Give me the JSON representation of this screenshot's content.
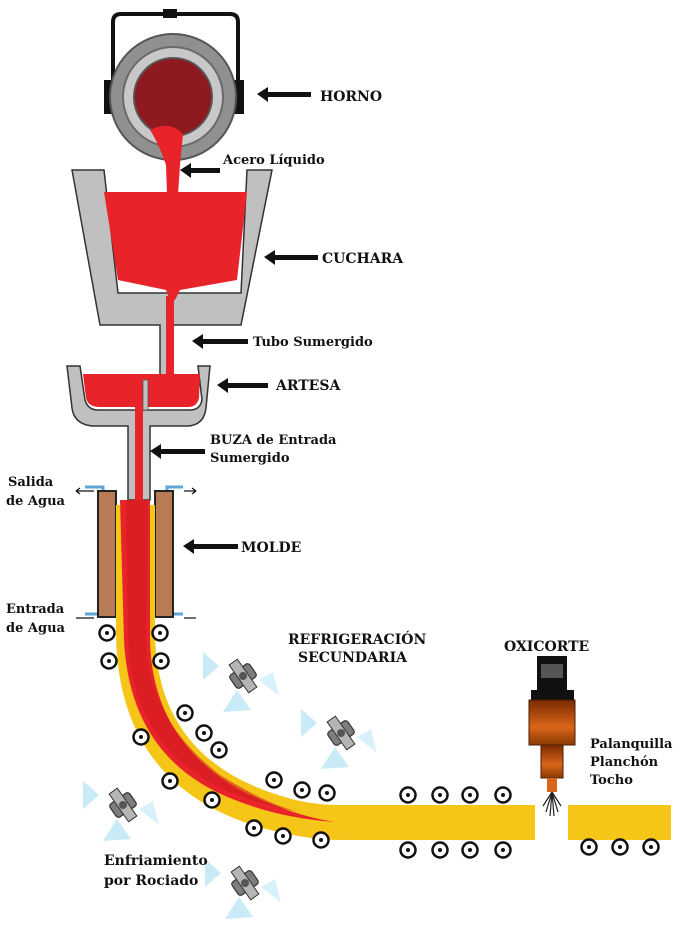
{
  "labels": {
    "horno": "HORNO",
    "acero_liquido": "Acero Líquido",
    "cuchara": "CUCHARA",
    "tubo_sumergido": "Tubo Sumergido",
    "artesa": "ARTESA",
    "buza_line1": "BUZA de Entrada",
    "buza_line2": "Sumergido",
    "salida_line1": "Salida",
    "salida_line2": "de Agua",
    "molde": "MOLDE",
    "entrada_line1": "Entrada",
    "entrada_line2": "de Agua",
    "refrigeracion_line1": "REFRIGERACIÓN",
    "refrigeracion_line2": "SECUNDARIA",
    "oxicorte": "OXICORTE",
    "producto_line1": "Palanquilla",
    "producto_line2": "Planchón",
    "producto_line3": "Tocho",
    "enfriamiento_line1": "Enfriamiento",
    "enfriamiento_line2": "por Rociado"
  },
  "colors": {
    "steel_red": "#e8232a",
    "dark_red": "#a0101a",
    "refractory_gray": "#c0c0c0",
    "strand_yellow": "#f5c518",
    "mold_copper": "#b87c55",
    "water_blue": "#1a3fa0"
  }
}
